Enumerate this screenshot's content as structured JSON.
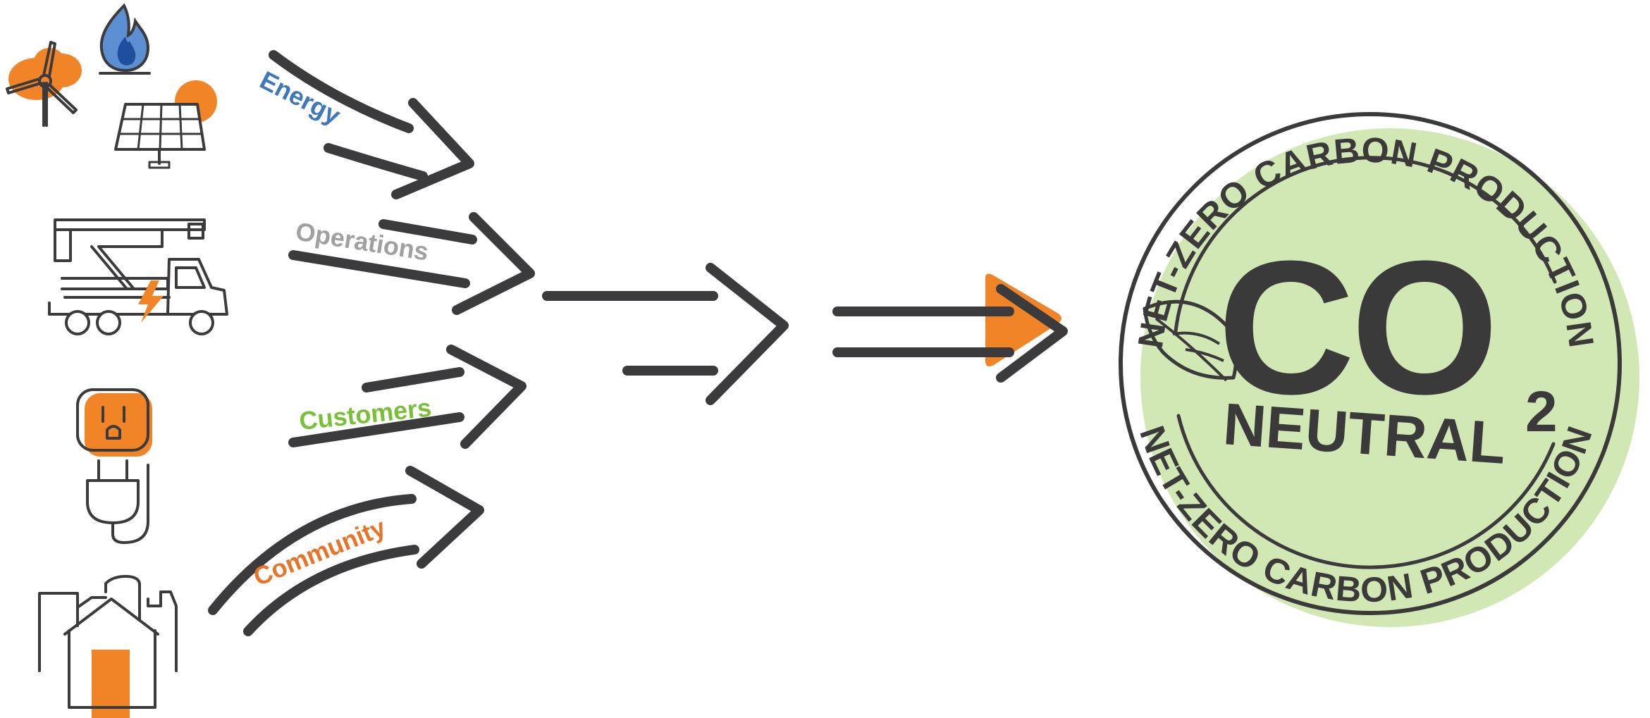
{
  "colors": {
    "ink": "#3b3b3d",
    "accent_orange": "#f08426",
    "energy_blue": "#3f77bd",
    "operations_gray": "#a0a0a0",
    "customers_green": "#79bf3a",
    "community_orange": "#e8742a",
    "seal_green": "#d2e8b4"
  },
  "inputs": [
    {
      "id": "energy",
      "label": "Energy",
      "icon": "energy-sources-icon"
    },
    {
      "id": "operations",
      "label": "Operations",
      "icon": "utility-bucket-truck-icon"
    },
    {
      "id": "customers",
      "label": "Customers",
      "icon": "outlet-plug-icon"
    },
    {
      "id": "community",
      "label": "Community",
      "icon": "community-buildings-icon"
    }
  ],
  "seal": {
    "top_ring_text": "NET-ZERO CARBON PRODUCTION",
    "bottom_ring_text": "NET-ZERO CARBON PRODUCTION",
    "formula": "CO",
    "subscript": "2",
    "word": "NEUTRAL"
  }
}
